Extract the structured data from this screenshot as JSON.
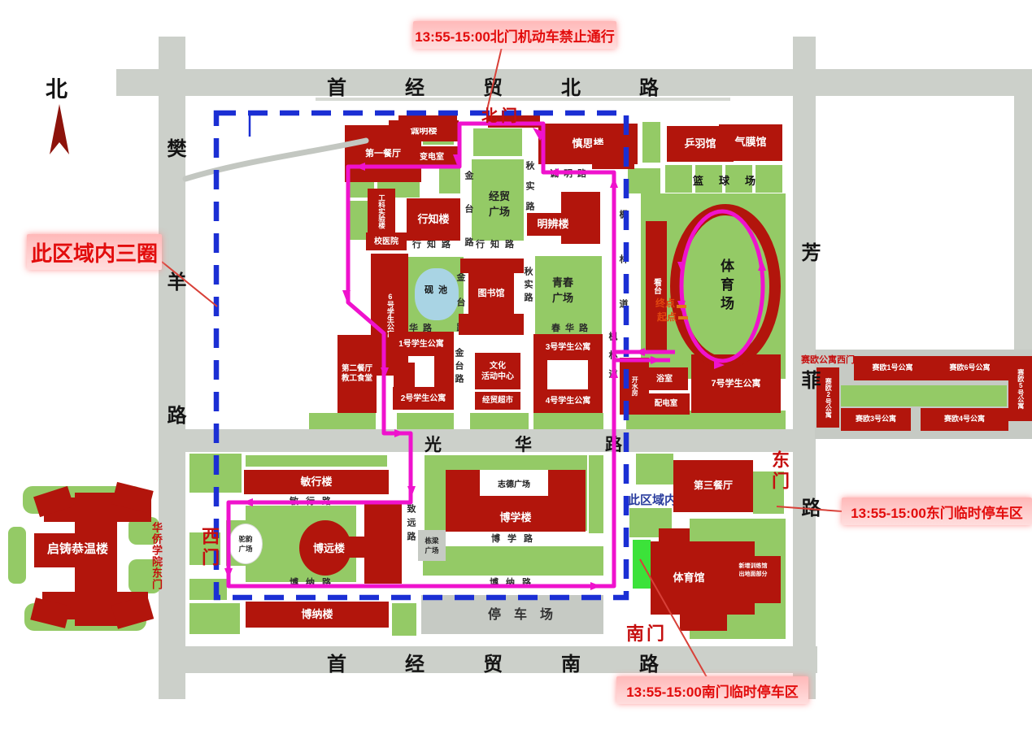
{
  "ann": {
    "north": "13:55-15:00北门机动车禁止通行",
    "laps": "此区域内三圈",
    "east": "13:55-15:00东门临时停车区",
    "south": "13:55-15:00南门临时停车区",
    "zone": "此区域内绕行一圈"
  },
  "compass": {
    "n": "北"
  },
  "road": {
    "n": "首经贸北路",
    "s": "首经贸南路",
    "w": "樊羊路",
    "e": "芳菲路",
    "guanghua": "光华路",
    "chengming": "诚明路",
    "xingzhi": "行知路",
    "chunhua": "春华路",
    "jintai": "金台路",
    "qiushi": "秋实路",
    "fenglin": "枫林道",
    "minxing": "敏行路",
    "boxue": "博学路",
    "bona": "博纳路",
    "zhiyuan": "致远路"
  },
  "gate": {
    "n": "北门",
    "w": "西门",
    "e": "东门",
    "s": "南门",
    "hq": "华侨学院东门",
    "saiou": "赛欧公寓西门"
  },
  "bld": {
    "diyi": "第一餐厅",
    "chengminglou": "诚明楼",
    "biandian": "变电室",
    "shensi": "慎思楼",
    "pingyu": "乒羽馆",
    "qimo": "气膜馆",
    "gongke": "工科实验楼",
    "xiaoyiyuan": "校医院",
    "xingzhilou": "行知楼",
    "mingbian": "明辨楼",
    "tushuguan": "图书馆",
    "liuhao": "6号学生公寓",
    "dier1": "第二餐厅",
    "dier2": "教工食堂",
    "yihao": "1号学生公寓",
    "erhao": "2号学生公寓",
    "wenhua1": "文化",
    "wenhua2": "活动中心",
    "chaoshi": "经贸超市",
    "sanhao": "3号学生公寓",
    "sihao": "4号学生公寓",
    "kaishui": "开水房",
    "yushi": "浴室",
    "peidian": "配电室",
    "qihao": "7号学生公寓",
    "kantai": "看台",
    "minxinglou": "敏行楼",
    "boyuan": "博远楼",
    "bona": "博纳楼",
    "boxuelou": "博学楼",
    "disan": "第三餐厅",
    "tiyuguan": "体育馆",
    "gymnote1": "新增训练馆",
    "gymnote2": "出地面部分",
    "qizhu": "启铸恭温楼",
    "saiou1": "赛欧1号公寓",
    "saiou2": "赛欧2号公寓",
    "saiou3": "赛欧3号公寓",
    "saiou4": "赛欧4号公寓",
    "saiou5": "赛欧5号公寓",
    "saiou6": "赛欧6号公寓"
  },
  "place": {
    "jm1": "经贸",
    "jm2": "广场",
    "qc1": "青春",
    "qc2": "广场",
    "zhide": "志德广场",
    "dl1": "栋梁",
    "dl2": "广场",
    "ty1": "驼韵",
    "ty2": "广场",
    "yanchi": "砚池",
    "tiyuchang": "体育场",
    "parking": "停车场",
    "lanqiu": "篮球场"
  },
  "route": {
    "start": "起点",
    "end": "终点"
  },
  "colors": {
    "building_red": "#b2150c",
    "lawn_green": "#94ca66",
    "road_gray": "#ccd0ca",
    "route_magenta": "#ef12cd",
    "boundary_blue": "#1b2fd4",
    "annotation_red": "#e20c0c",
    "pond_blue": "#a9d4e4",
    "bright_green": "#3ce23a"
  }
}
